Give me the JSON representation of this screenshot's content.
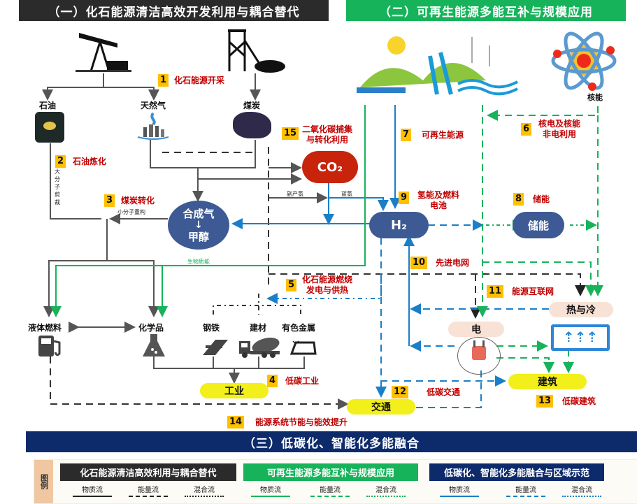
{
  "headers": {
    "section1": "（一）化石能源清洁高效开发利用与耦合替代",
    "section2": "（二）可再生能源多能互补与规模应用",
    "section3": "（三）低碳化、智能化多能融合"
  },
  "resources": {
    "oil": "石油",
    "gas": "天然气",
    "coal": "煤炭",
    "nuclear": "核能"
  },
  "numbered_labels": [
    {
      "num": "1",
      "text": "化石能源开采"
    },
    {
      "num": "2",
      "text": "石油炼化"
    },
    {
      "num": "3",
      "text": "煤炭转化"
    },
    {
      "num": "4",
      "text": "低碳工业"
    },
    {
      "num": "5",
      "text": "化石能源燃烧\n发电与供热"
    },
    {
      "num": "6",
      "text": "核电及核能\n非电利用"
    },
    {
      "num": "7",
      "text": "可再生能源"
    },
    {
      "num": "8",
      "text": "储能"
    },
    {
      "num": "9",
      "text": "氢能及燃料\n电池"
    },
    {
      "num": "10",
      "text": "先进电网"
    },
    {
      "num": "11",
      "text": "能源互联网"
    },
    {
      "num": "12",
      "text": "低碳交通"
    },
    {
      "num": "13",
      "text": "低碳建筑"
    },
    {
      "num": "14",
      "text": "能源系统节能与能效提升"
    },
    {
      "num": "15",
      "text": "二氧化碳捕集\n与转化利用"
    }
  ],
  "nodes": {
    "syngas": "合成气",
    "methanol": "甲醇",
    "co2": "CO₂",
    "h2": "H₂",
    "storage": "储能",
    "liquid_fuel": "液体燃料",
    "chemicals": "化学品",
    "steel": "钢铁",
    "building_materials": "建材",
    "nonferrous": "有色金属",
    "industry": "工业",
    "transport": "交通",
    "building": "建筑",
    "electricity": "电",
    "heat_cold": "热与冷"
  },
  "annotations": {
    "macro_cracking": "大分子剪裁",
    "small_molecule": "小分子重构",
    "byproduct_h2": "副产氢",
    "blue_h2": "蓝氢",
    "biomass": "生物质能"
  },
  "legend": {
    "tab": "图例",
    "groups": [
      {
        "title": "化石能源清洁高效利用与耦合替代",
        "color": "#2b2b2b",
        "items": [
          "物质流",
          "能量流",
          "混合流"
        ]
      },
      {
        "title": "可再生能源多能互补与规模应用",
        "color": "#16b35a",
        "items": [
          "物质流",
          "能量流",
          "混合流"
        ]
      },
      {
        "title": "低碳化、智能化多能融合与区域示范",
        "color": "#0d2a6b",
        "items": [
          "物质流",
          "能量流",
          "混合流"
        ]
      }
    ]
  },
  "colors": {
    "fossil": "#555555",
    "renewable": "#16b35a",
    "integration": "#1a7fc8",
    "label_red": "#c00000",
    "badge": "#ffc000"
  }
}
